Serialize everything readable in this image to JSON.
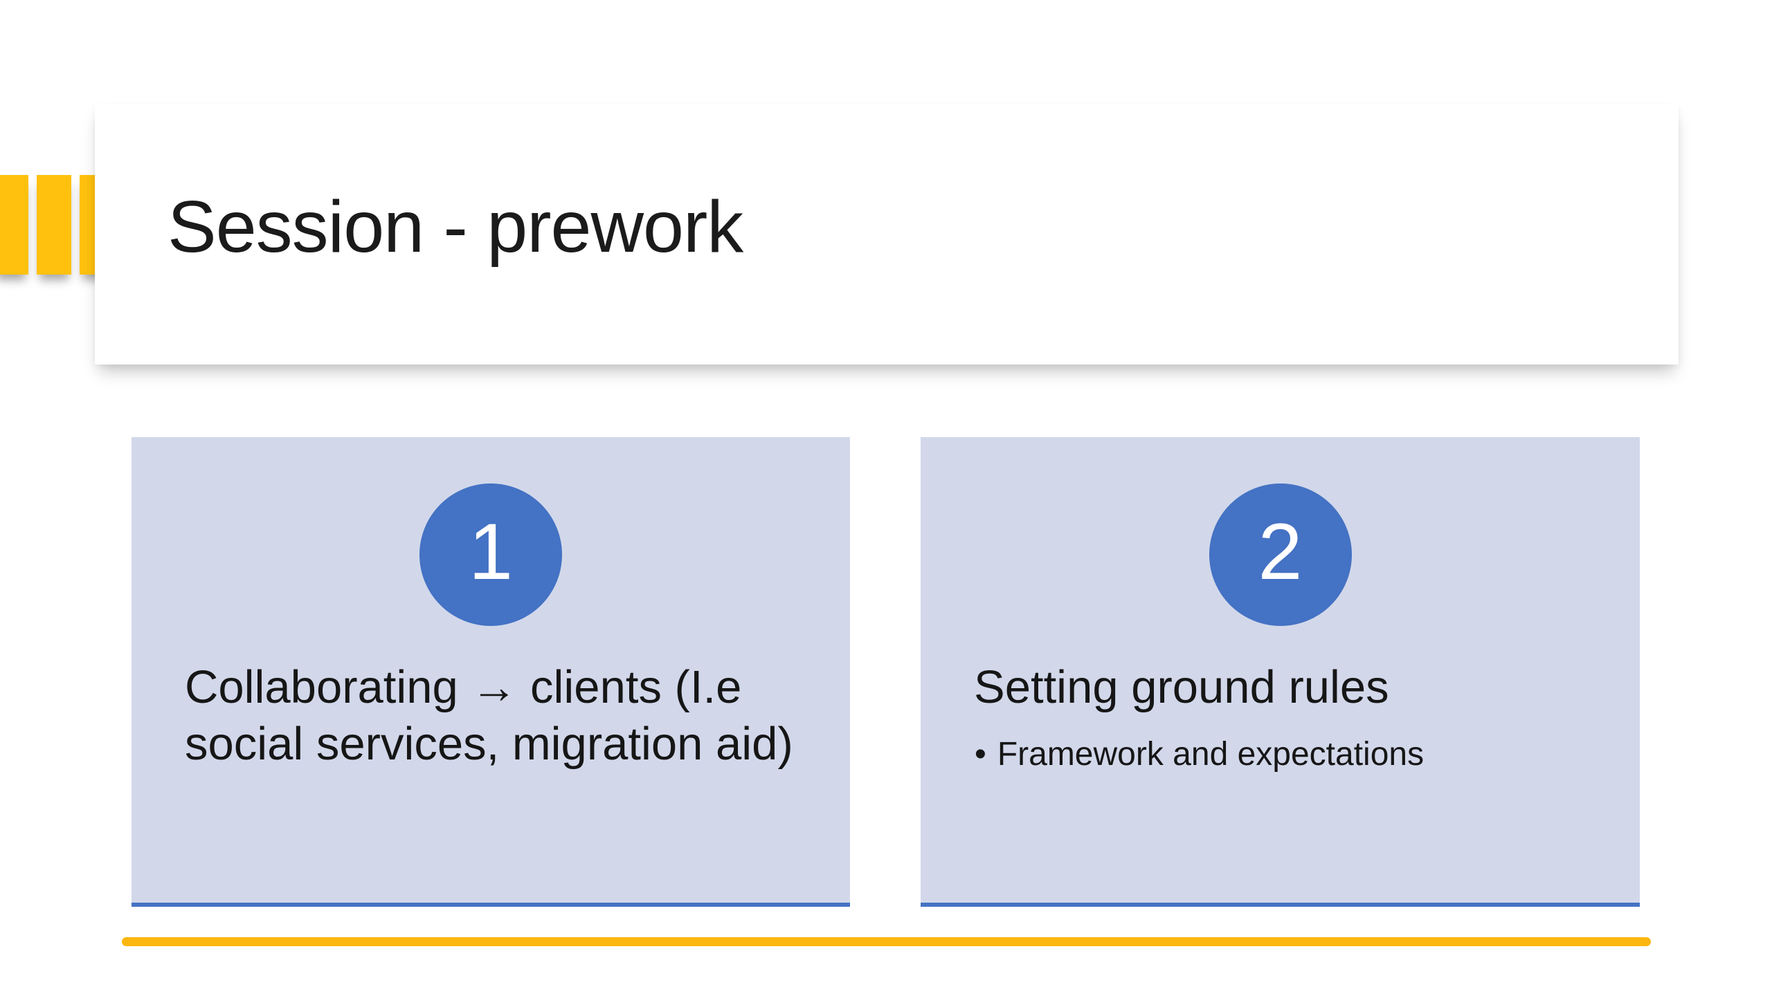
{
  "slide": {
    "title": "Session - prework",
    "bullet_glyph": "•",
    "boxes": [
      {
        "number": "1",
        "heading": "Collaborating → clients (I.e social services, migration aid)"
      },
      {
        "number": "2",
        "heading": "Setting ground rules",
        "bullets": [
          "Framework and expectations"
        ]
      }
    ],
    "colors": {
      "accent_bar_gold": "#FFC10E",
      "bottom_line_gold": "#FBB60F",
      "box_fill": "#D2D8EA",
      "box_border_blue": "#4472C4",
      "circle_blue": "#4472C4",
      "text_dark": "#161616"
    }
  }
}
